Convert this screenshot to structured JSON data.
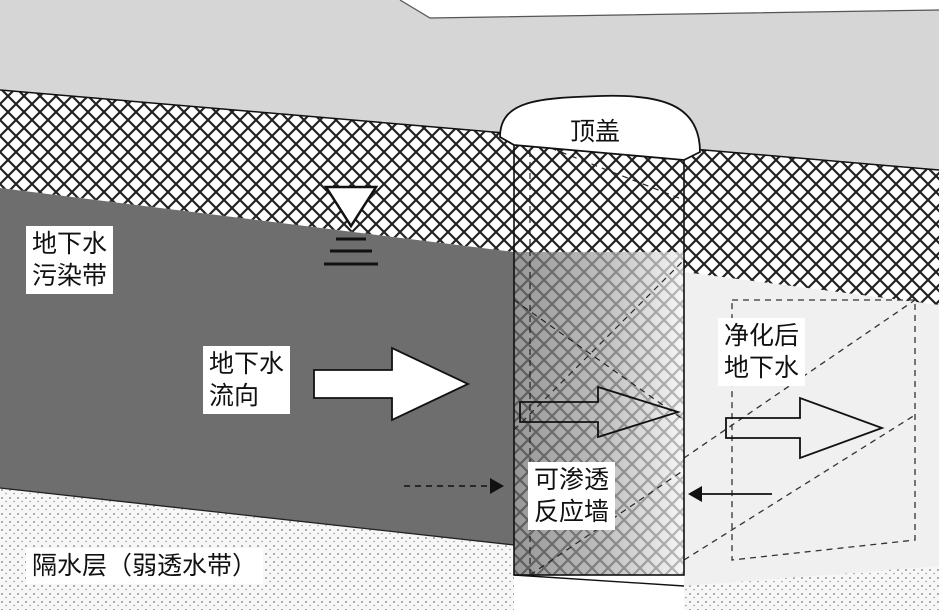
{
  "labels": {
    "cap": "顶盖",
    "plume": [
      "地下水",
      "污染带"
    ],
    "flow": [
      "地下水",
      "流向"
    ],
    "clean": [
      "净化后",
      "地下水"
    ],
    "prb": [
      "可渗透",
      "反应墙"
    ],
    "aquitard": "隔水层（弱透水带）"
  },
  "colors": {
    "surface": "#d6d6d6",
    "contaminated": "#6e6e6e",
    "cleaned": "#f0f0f0",
    "outline": "#111111"
  }
}
